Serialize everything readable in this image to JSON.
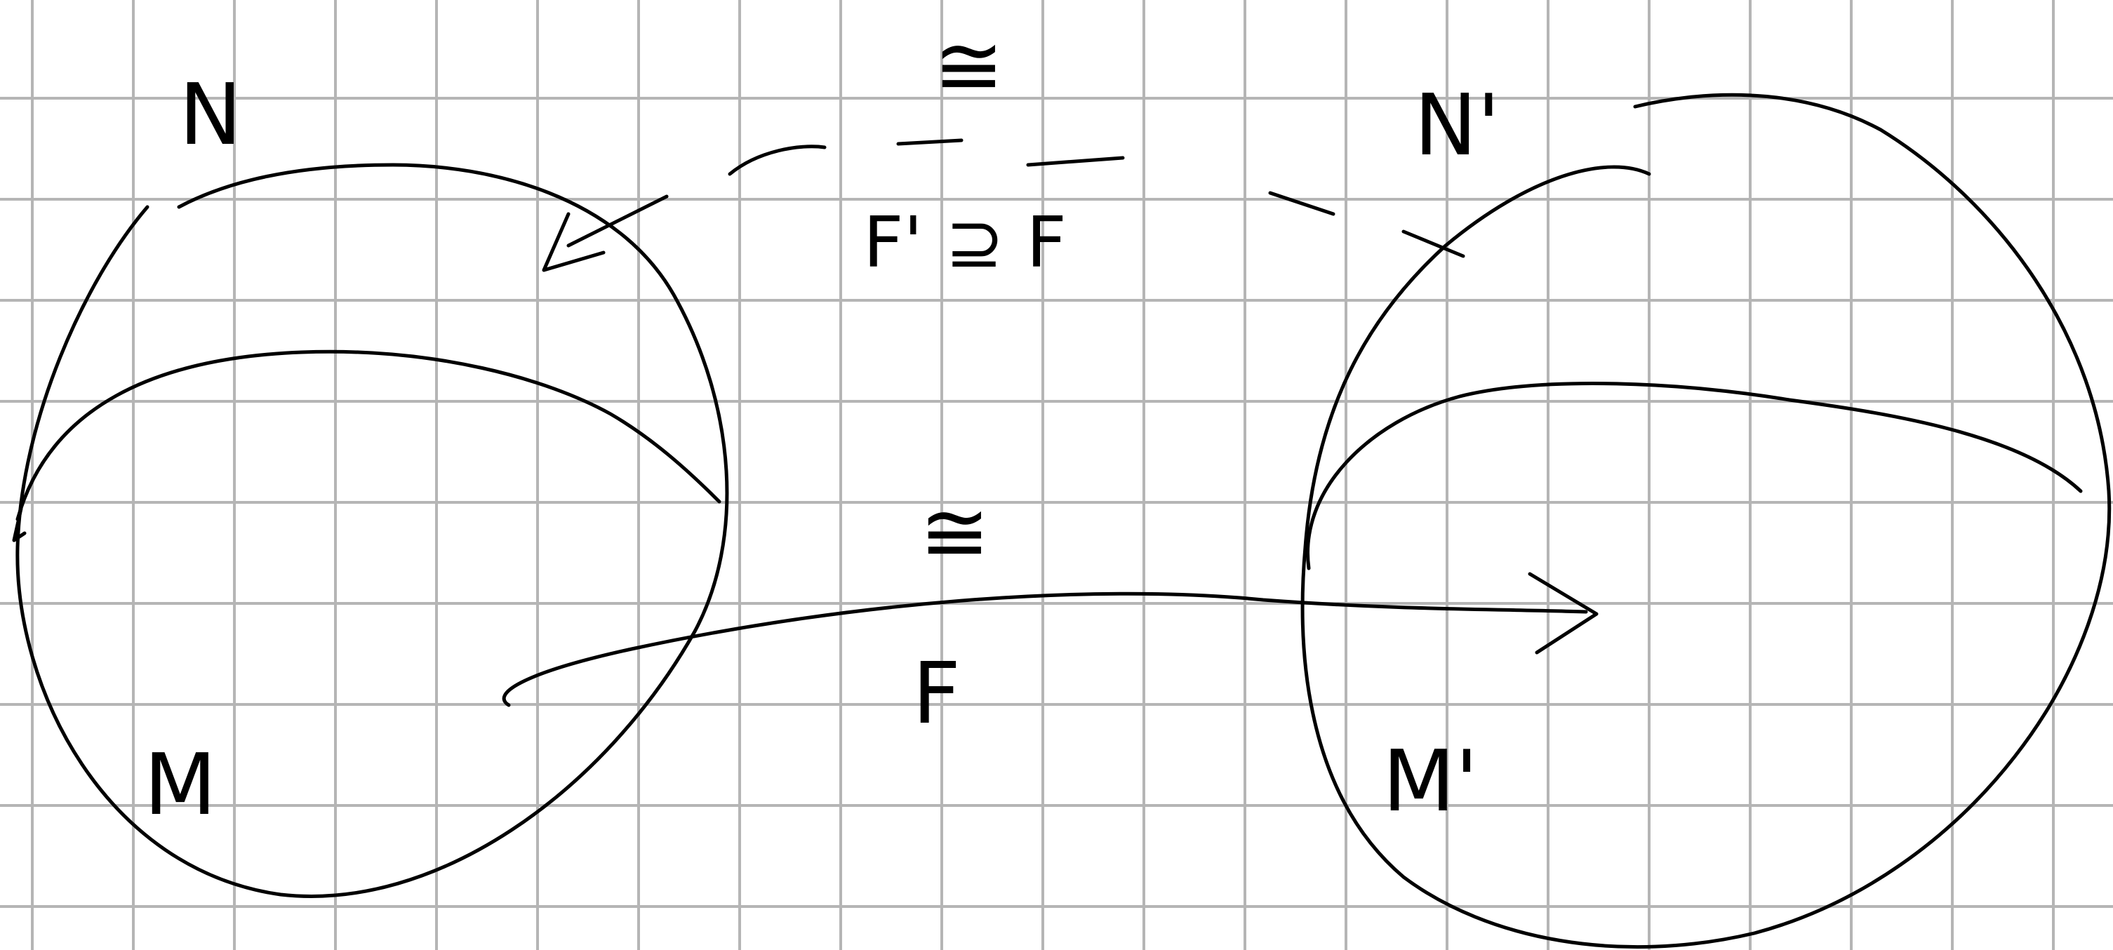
{
  "grid": {
    "visible": true,
    "color": "#b5b5b5"
  },
  "ink_color": "#000000",
  "labels": {
    "left_upper": "N",
    "left_lower": "M",
    "right_upper": "N'",
    "right_lower": "M'",
    "map_forward": "F",
    "map_backward": "F' ⊇ F",
    "iso_forward": "≅",
    "iso_backward": "≅"
  }
}
